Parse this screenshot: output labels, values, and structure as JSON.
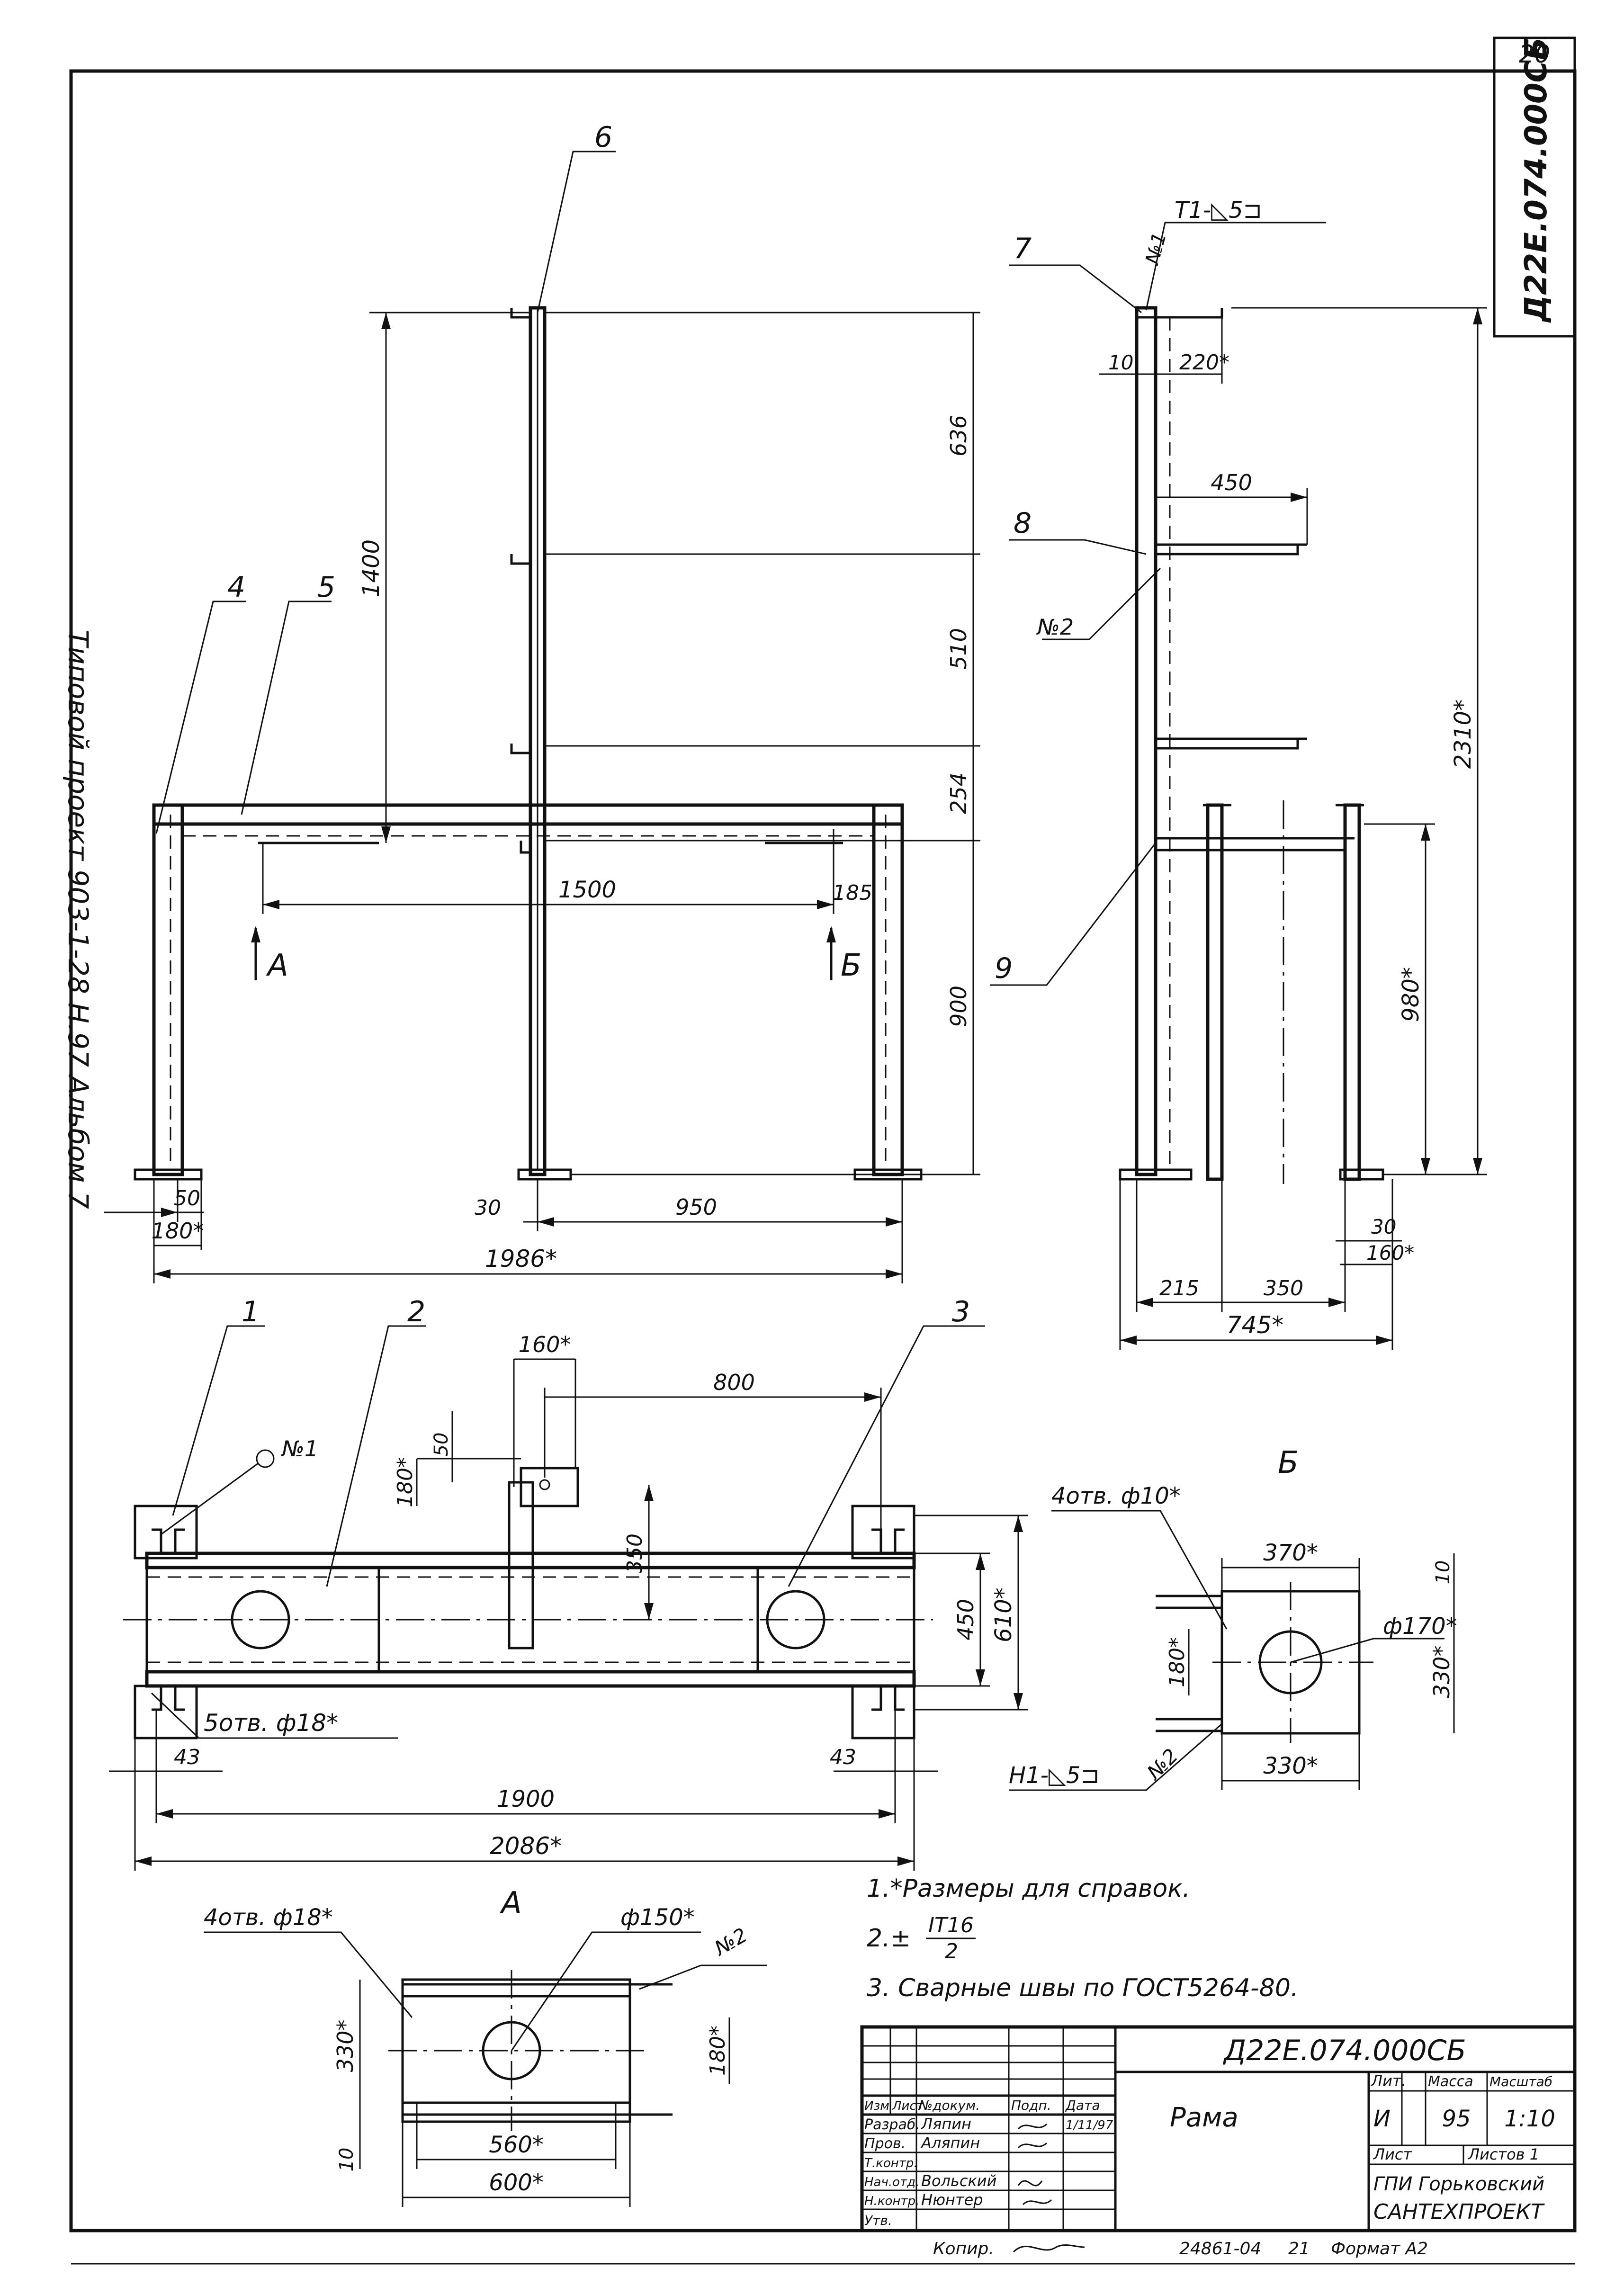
{
  "side_text": {
    "left_margin": "Типовой проект 903-1-28 Н.97  Альбом 7",
    "sheet_no": "20",
    "doc_code_rotated": "Д22Е.074.000СБ"
  },
  "front_view": {
    "callouts": [
      "1",
      "2",
      "3",
      "4",
      "5",
      "6",
      "7",
      "8",
      "9"
    ],
    "dims": {
      "h_1400": "1400",
      "h_636": "636",
      "h_510": "510",
      "h_254": "254",
      "h_900": "900",
      "w_1500": "1500",
      "w_185": "185",
      "w_50": "50",
      "w_180s": "180*",
      "w_30": "30",
      "w_950": "950",
      "w_1986s": "1986*"
    },
    "section_A": "А",
    "section_B": "Б"
  },
  "side_view": {
    "weld_label": "Т1-◺5⊐",
    "weld_no1": "№1",
    "weld_no2": "№2",
    "dims": {
      "w_10": "10",
      "w_220s": "220*",
      "w_450": "450",
      "h_2310s": "2310*",
      "h_980s": "980*",
      "w_30": "30",
      "w_160s": "160*",
      "w_215": "215",
      "w_350": "350",
      "w_745s": "745*"
    }
  },
  "plan_view": {
    "weld_no1": "№1",
    "holes_5": "5отв. ф18*",
    "dims": {
      "w_160s": "160*",
      "w_800": "800",
      "h_50": "50",
      "h_180s": "180*",
      "h_350": "350",
      "h_450": "450",
      "h_610s": "610*",
      "w_43a": "43",
      "w_43b": "43",
      "w_1900": "1900",
      "w_2086s": "2086*"
    }
  },
  "detail_B": {
    "title": "Б",
    "holes": "4отв. ф10*",
    "dia": "ф170*",
    "weld_no2": "№2",
    "weld_label": "Н1-◺5⊐",
    "dims": {
      "w_370s": "370*",
      "h_10": "10",
      "h_180s": "180*",
      "h_330s": "330*",
      "w_330s": "330*"
    }
  },
  "detail_A": {
    "title": "А",
    "holes": "4отв. ф18*",
    "dia": "ф150*",
    "weld_no2": "№2",
    "dims": {
      "h_330s": "330*",
      "h_180s": "180*",
      "h_10": "10",
      "w_560s": "560*",
      "w_600s": "600*"
    }
  },
  "notes": {
    "n1": "1.*Размеры для справок.",
    "n2_pre": "2.±",
    "n2_num": "IT16",
    "n2_den": "2",
    "n3": "3. Сварные швы по ГОСТ5264-80."
  },
  "title_block": {
    "doc_code": "Д22Е.074.000СБ",
    "name": "Рама",
    "head_izm": "Изм",
    "head_list": "Лист",
    "head_ndoc": "№докум.",
    "head_podp": "Подп.",
    "head_data": "Дата",
    "row_razrab": "Разраб.",
    "razrab_name": "Ляпин",
    "razrab_date": "1/11/97",
    "row_prov": "Пров.",
    "prov_name": "Аляпин",
    "row_tkontr": "Т.контр.",
    "row_nachotd": "Нач.отд.",
    "nachotd_name": "Вольский",
    "row_nkontr": "Н.контр.",
    "nkontr_name": "Нюнтер",
    "row_utv": "Утв.",
    "lit_head": "Лит.",
    "mass_head": "Масса",
    "scale_head": "Масштаб",
    "lit": "И",
    "mass": "95",
    "scale": "1:10",
    "sheet": "Лист",
    "sheets": "Листов 1",
    "org1": "ГПИ Горьковский",
    "org2": "САНТЕХПРОЕКТ"
  },
  "footer": {
    "copied": "Копир.",
    "number": "24861-04",
    "page": "21",
    "format": "Формат А2"
  }
}
